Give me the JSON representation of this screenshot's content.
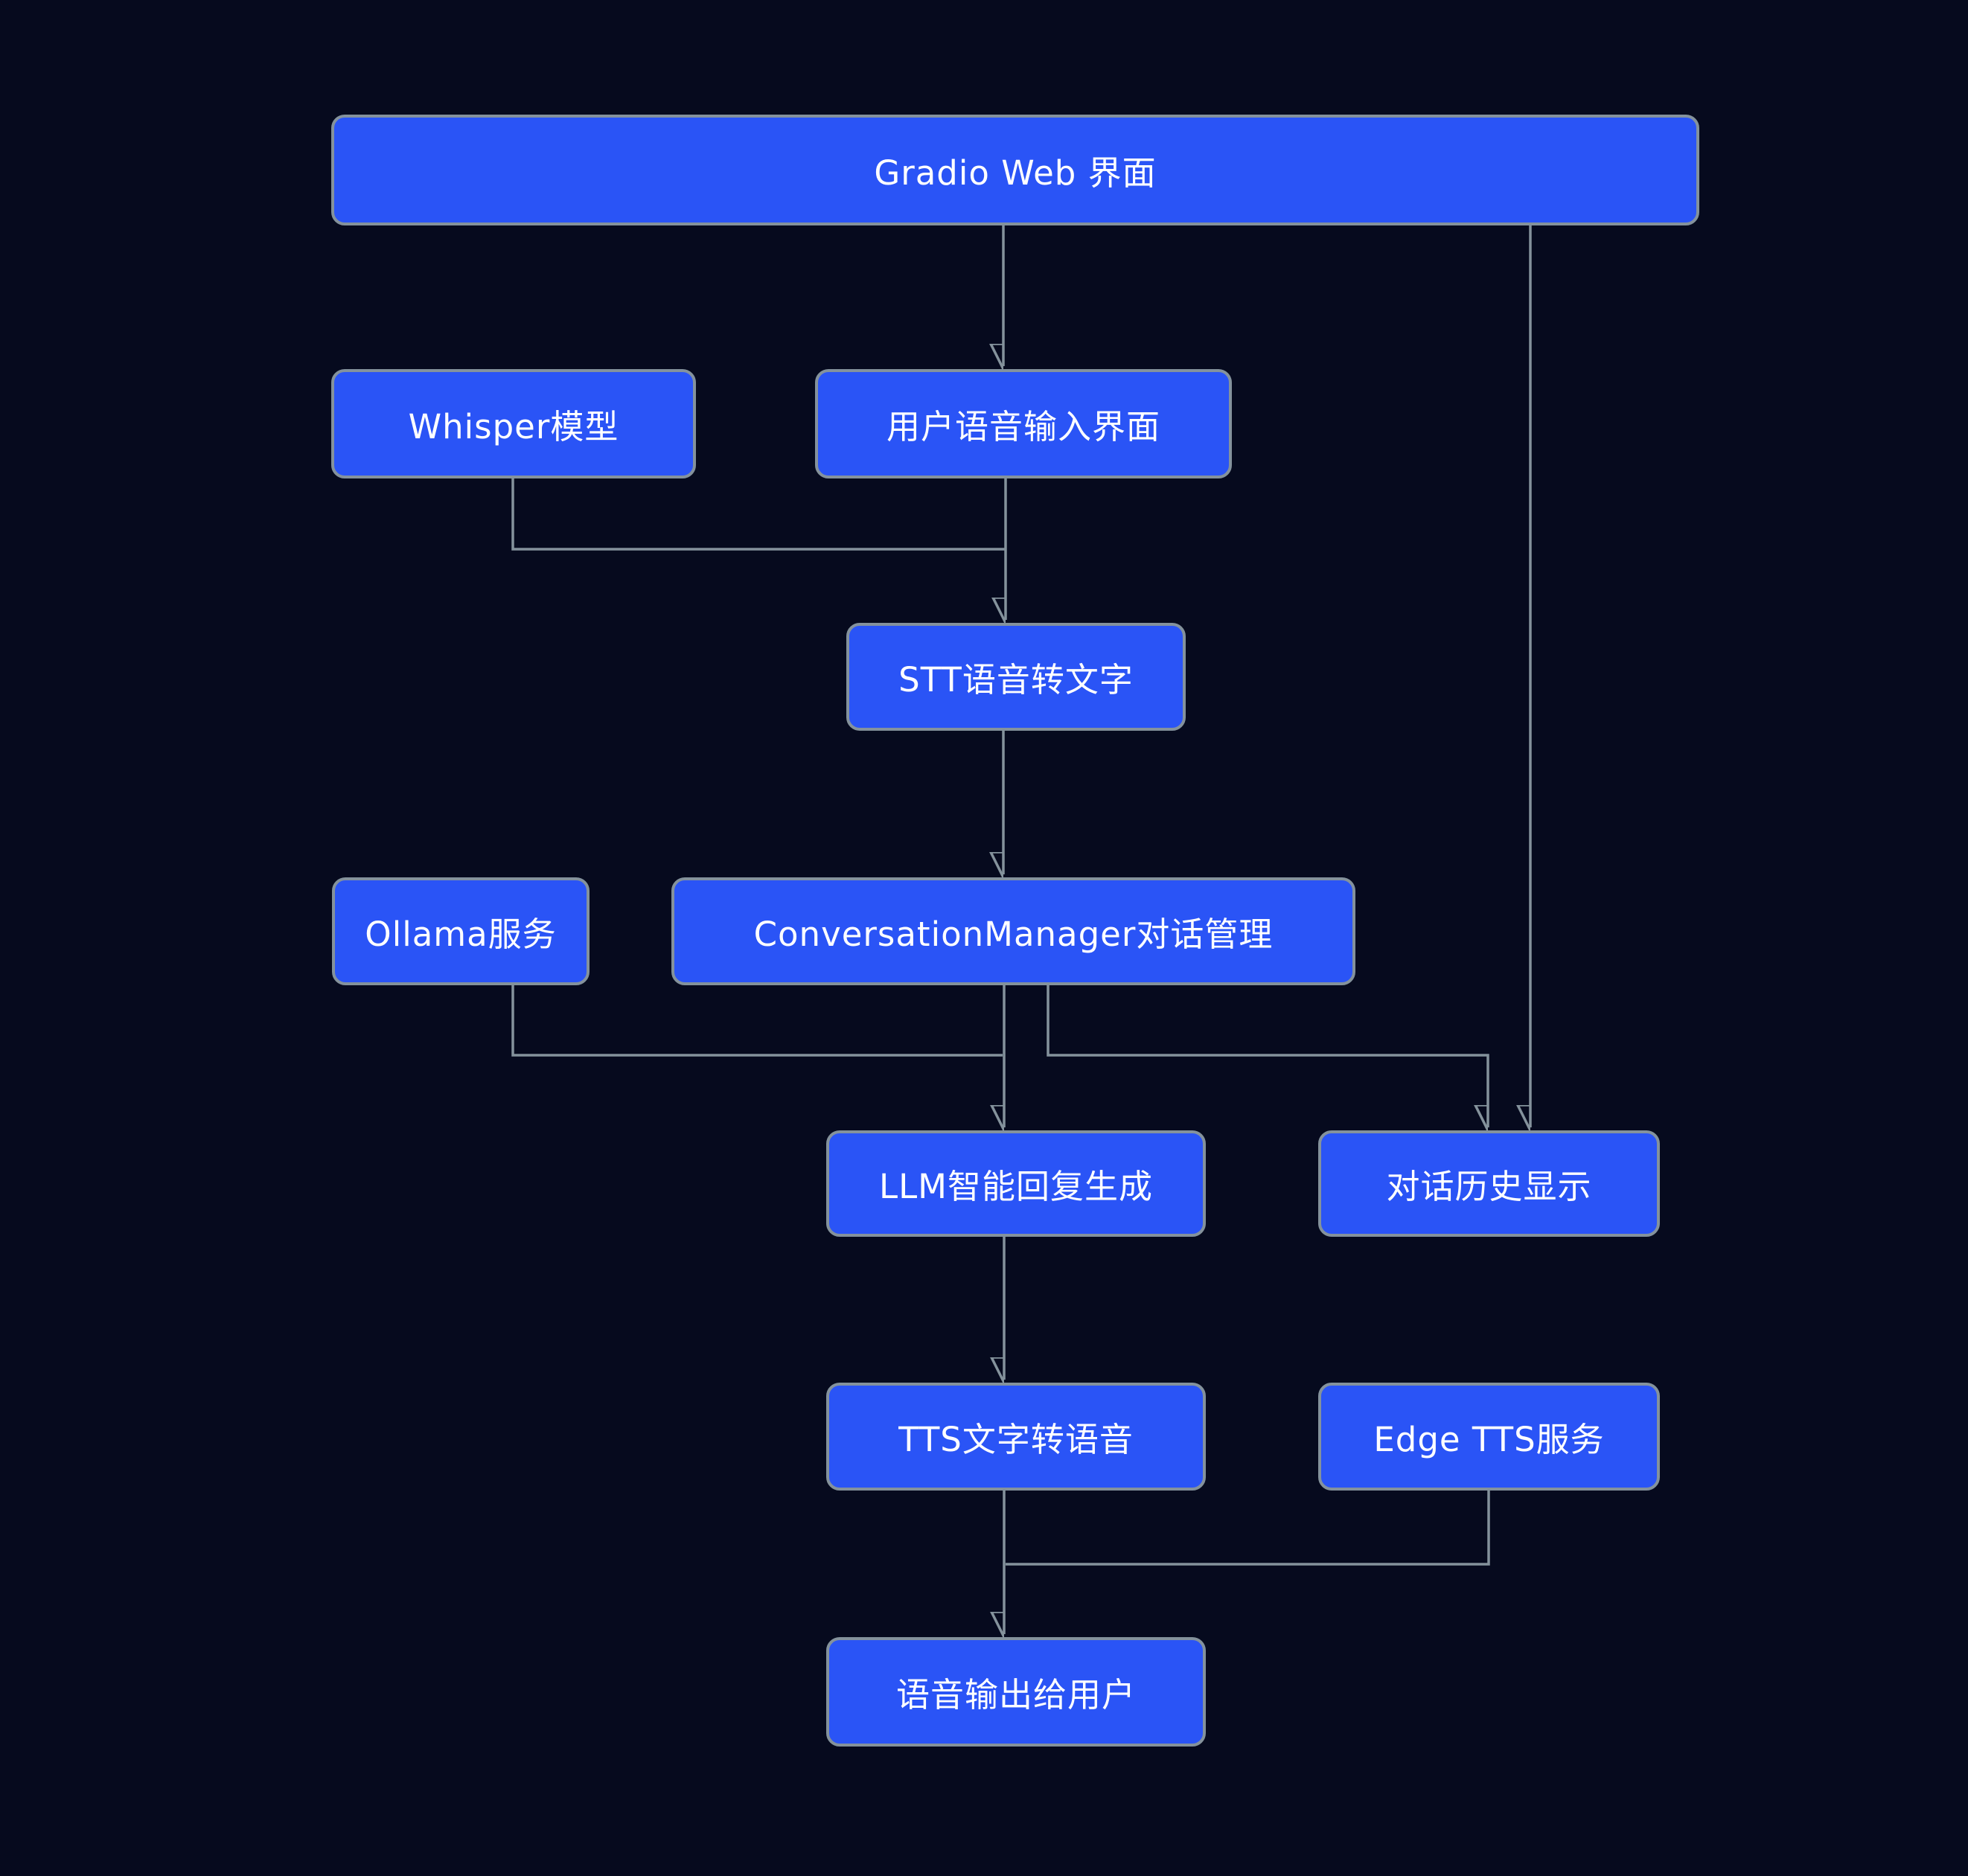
{
  "diagram": {
    "type": "flowchart",
    "direction": "top-down",
    "colors": {
      "node_fill": "#2a54f6",
      "node_border": "#84929c",
      "line": "#84929c",
      "background": "#060a1e",
      "text": "#ffffff"
    },
    "nodes": {
      "gradio_web": {
        "label": "Gradio Web 界面"
      },
      "whisper": {
        "label": "Whisper模型"
      },
      "voice_input": {
        "label": "用户语音输入界面"
      },
      "stt": {
        "label": "STT语音转文字"
      },
      "ollama": {
        "label": "Ollama服务"
      },
      "conversation_manager": {
        "label": "ConversationManager对话管理"
      },
      "llm": {
        "label": "LLM智能回复生成"
      },
      "history": {
        "label": "对话历史显示"
      },
      "tts": {
        "label": "TTS文字转语音"
      },
      "edge_tts": {
        "label": "Edge TTS服务"
      },
      "voice_output": {
        "label": "语音输出给用户"
      }
    },
    "edges": [
      {
        "from": "gradio_web",
        "to": "voice_input"
      },
      {
        "from": "gradio_web",
        "to": "history"
      },
      {
        "from": "whisper",
        "to": "stt"
      },
      {
        "from": "voice_input",
        "to": "stt"
      },
      {
        "from": "stt",
        "to": "conversation_manager"
      },
      {
        "from": "ollama",
        "to": "llm"
      },
      {
        "from": "conversation_manager",
        "to": "llm"
      },
      {
        "from": "conversation_manager",
        "to": "history"
      },
      {
        "from": "llm",
        "to": "tts"
      },
      {
        "from": "edge_tts",
        "to": "voice_output"
      },
      {
        "from": "tts",
        "to": "voice_output"
      }
    ]
  }
}
